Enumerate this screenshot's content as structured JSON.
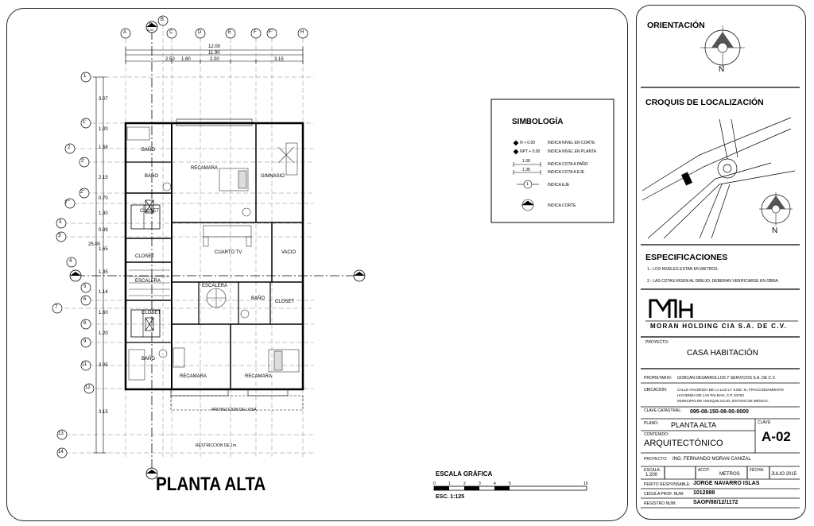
{
  "plan": {
    "title": "PLANTA ALTA",
    "col_axes": [
      "A",
      "B",
      "C",
      "D",
      "E",
      "F",
      "F'",
      "H"
    ],
    "row_axes": [
      "1",
      "1'",
      "2",
      "2'",
      "2''",
      "2'''",
      "3",
      "3'",
      "4",
      "5",
      "6",
      "7",
      "8",
      "9",
      "11",
      "12",
      "13",
      "14"
    ],
    "dims_top": [
      "12.00",
      "11.90",
      "2.50",
      "1.80",
      "2.00",
      "3.15"
    ],
    "dims_left": [
      "3.07",
      "1.00",
      "1.58",
      "2.15",
      "0.70",
      "1.30",
      "0.89",
      "1.65",
      "1.35",
      "1.14",
      "1.60",
      "1.20",
      "3.05",
      "3.15"
    ],
    "overall_dim": "25.00",
    "rooms": {
      "bano1": "BAÑO",
      "bano2": "BAÑO",
      "recamara1": "RECAMARA",
      "gimnasio": "GIMNASIO",
      "closet1": "CLOSET",
      "cuarto_tv": "CUARTO TV",
      "vacio": "VACIO",
      "closet2": "CLOSET",
      "escalera1": "ESCALERA",
      "escalera2": "ESCALERA",
      "bano3": "BAÑO",
      "closet3": "CLOSET",
      "closet4": "CLOSET",
      "bano4": "BAÑO",
      "recamara2": "RECAMARA",
      "recamara3": "RECAMARA"
    },
    "proyeccion": "PROYECCION DE LOSA",
    "restriccion": "RESTRICCION DE 1m.",
    "corte_label": "B",
    "corte_sub": "A-04"
  },
  "simbologia": {
    "title": "SIMBOLOGÍA",
    "items": [
      {
        "sym": "N + 0.00",
        "desc": "INDICA NIVEL EN CORTE"
      },
      {
        "sym": "NPT + 0.00",
        "desc": "INDICA NIVEL EN PLANTA"
      },
      {
        "sym": "1.38",
        "desc": "INDICA COTA A PAÑO"
      },
      {
        "sym": "1.38",
        "desc": "INDICA COTA A EJE"
      },
      {
        "sym": "1",
        "desc": "INDICA EJE"
      },
      {
        "sym": "",
        "desc": "INDICA CORTE"
      }
    ]
  },
  "escala": {
    "title": "ESCALA GRÁFICA",
    "ticks": [
      "0",
      "1",
      "2",
      "3",
      "4",
      "5",
      "10"
    ],
    "esc": "ESC. 1:125"
  },
  "side": {
    "orientacion": "ORIENTACIÓN",
    "north": "N",
    "croquis": "CROQUIS DE LOCALIZACIÓN",
    "especificaciones": "ESPECIFICACIONES",
    "spec_items": [
      "1.- LOS NIVELES ESTAN EN METROS.",
      "2.- LAS COTAS RIGEN AL DIBUJO, DEBERAN VERIFICARSE EN OBRA."
    ],
    "company": "MORAN HOLDING CIA S.A. DE C.V.",
    "proyecto_label": "PROYECTO:",
    "proyecto_value": "CASA HABITACIÓN",
    "propietario_label": "PROPIETARIO:",
    "propietario_value": "GORCAN DESARROLLOS Y SERVICIOS S.A. DE C.V.",
    "ubicacion_label": "UBICACION:",
    "ubicacion_lines": [
      "CALLE HACIENDA DE LA LUZ LT. 6 MZ. XI, FRACCIONAMIENTO",
      "HACIENDA DE LAS PALMAS, C.P. 52763",
      "MUNICIPIO DE HUIXQUILUCAN, ESTADO DE MÉXICO."
    ],
    "clave_cat_label": "CLAVE CATASTRAL:",
    "clave_cat_value": "095-08-150-08-00-0000",
    "plano_label": "PLANO:",
    "plano_value": "PLANTA ALTA",
    "clave_label": "CLAVE:",
    "clave_value": "A-02",
    "contenido_label": "CONTENIDO:",
    "contenido_value": "ARQUITECTÓNICO",
    "proyecto2_label": "PROYECTO:",
    "proyecto2_value": "ING. FERNANDO MORAN CANIZAL",
    "escala_label": "ESCALA:",
    "escala_value": "1:200",
    "acot_label": "ACOT:",
    "acot_value": "METROS",
    "fecha_label": "FECHA:",
    "fecha_value": "JULIO 2015",
    "perito_label": "PERITO RESPONSABLE:",
    "perito_value": "JORGE NAVARRO ISLAS",
    "cedula_label": "CEDULA PROF. NUM:",
    "cedula_value": "1012888",
    "registro_label": "REGISTRO NUM:",
    "registro_value": "SAOP/88/12/1172"
  }
}
